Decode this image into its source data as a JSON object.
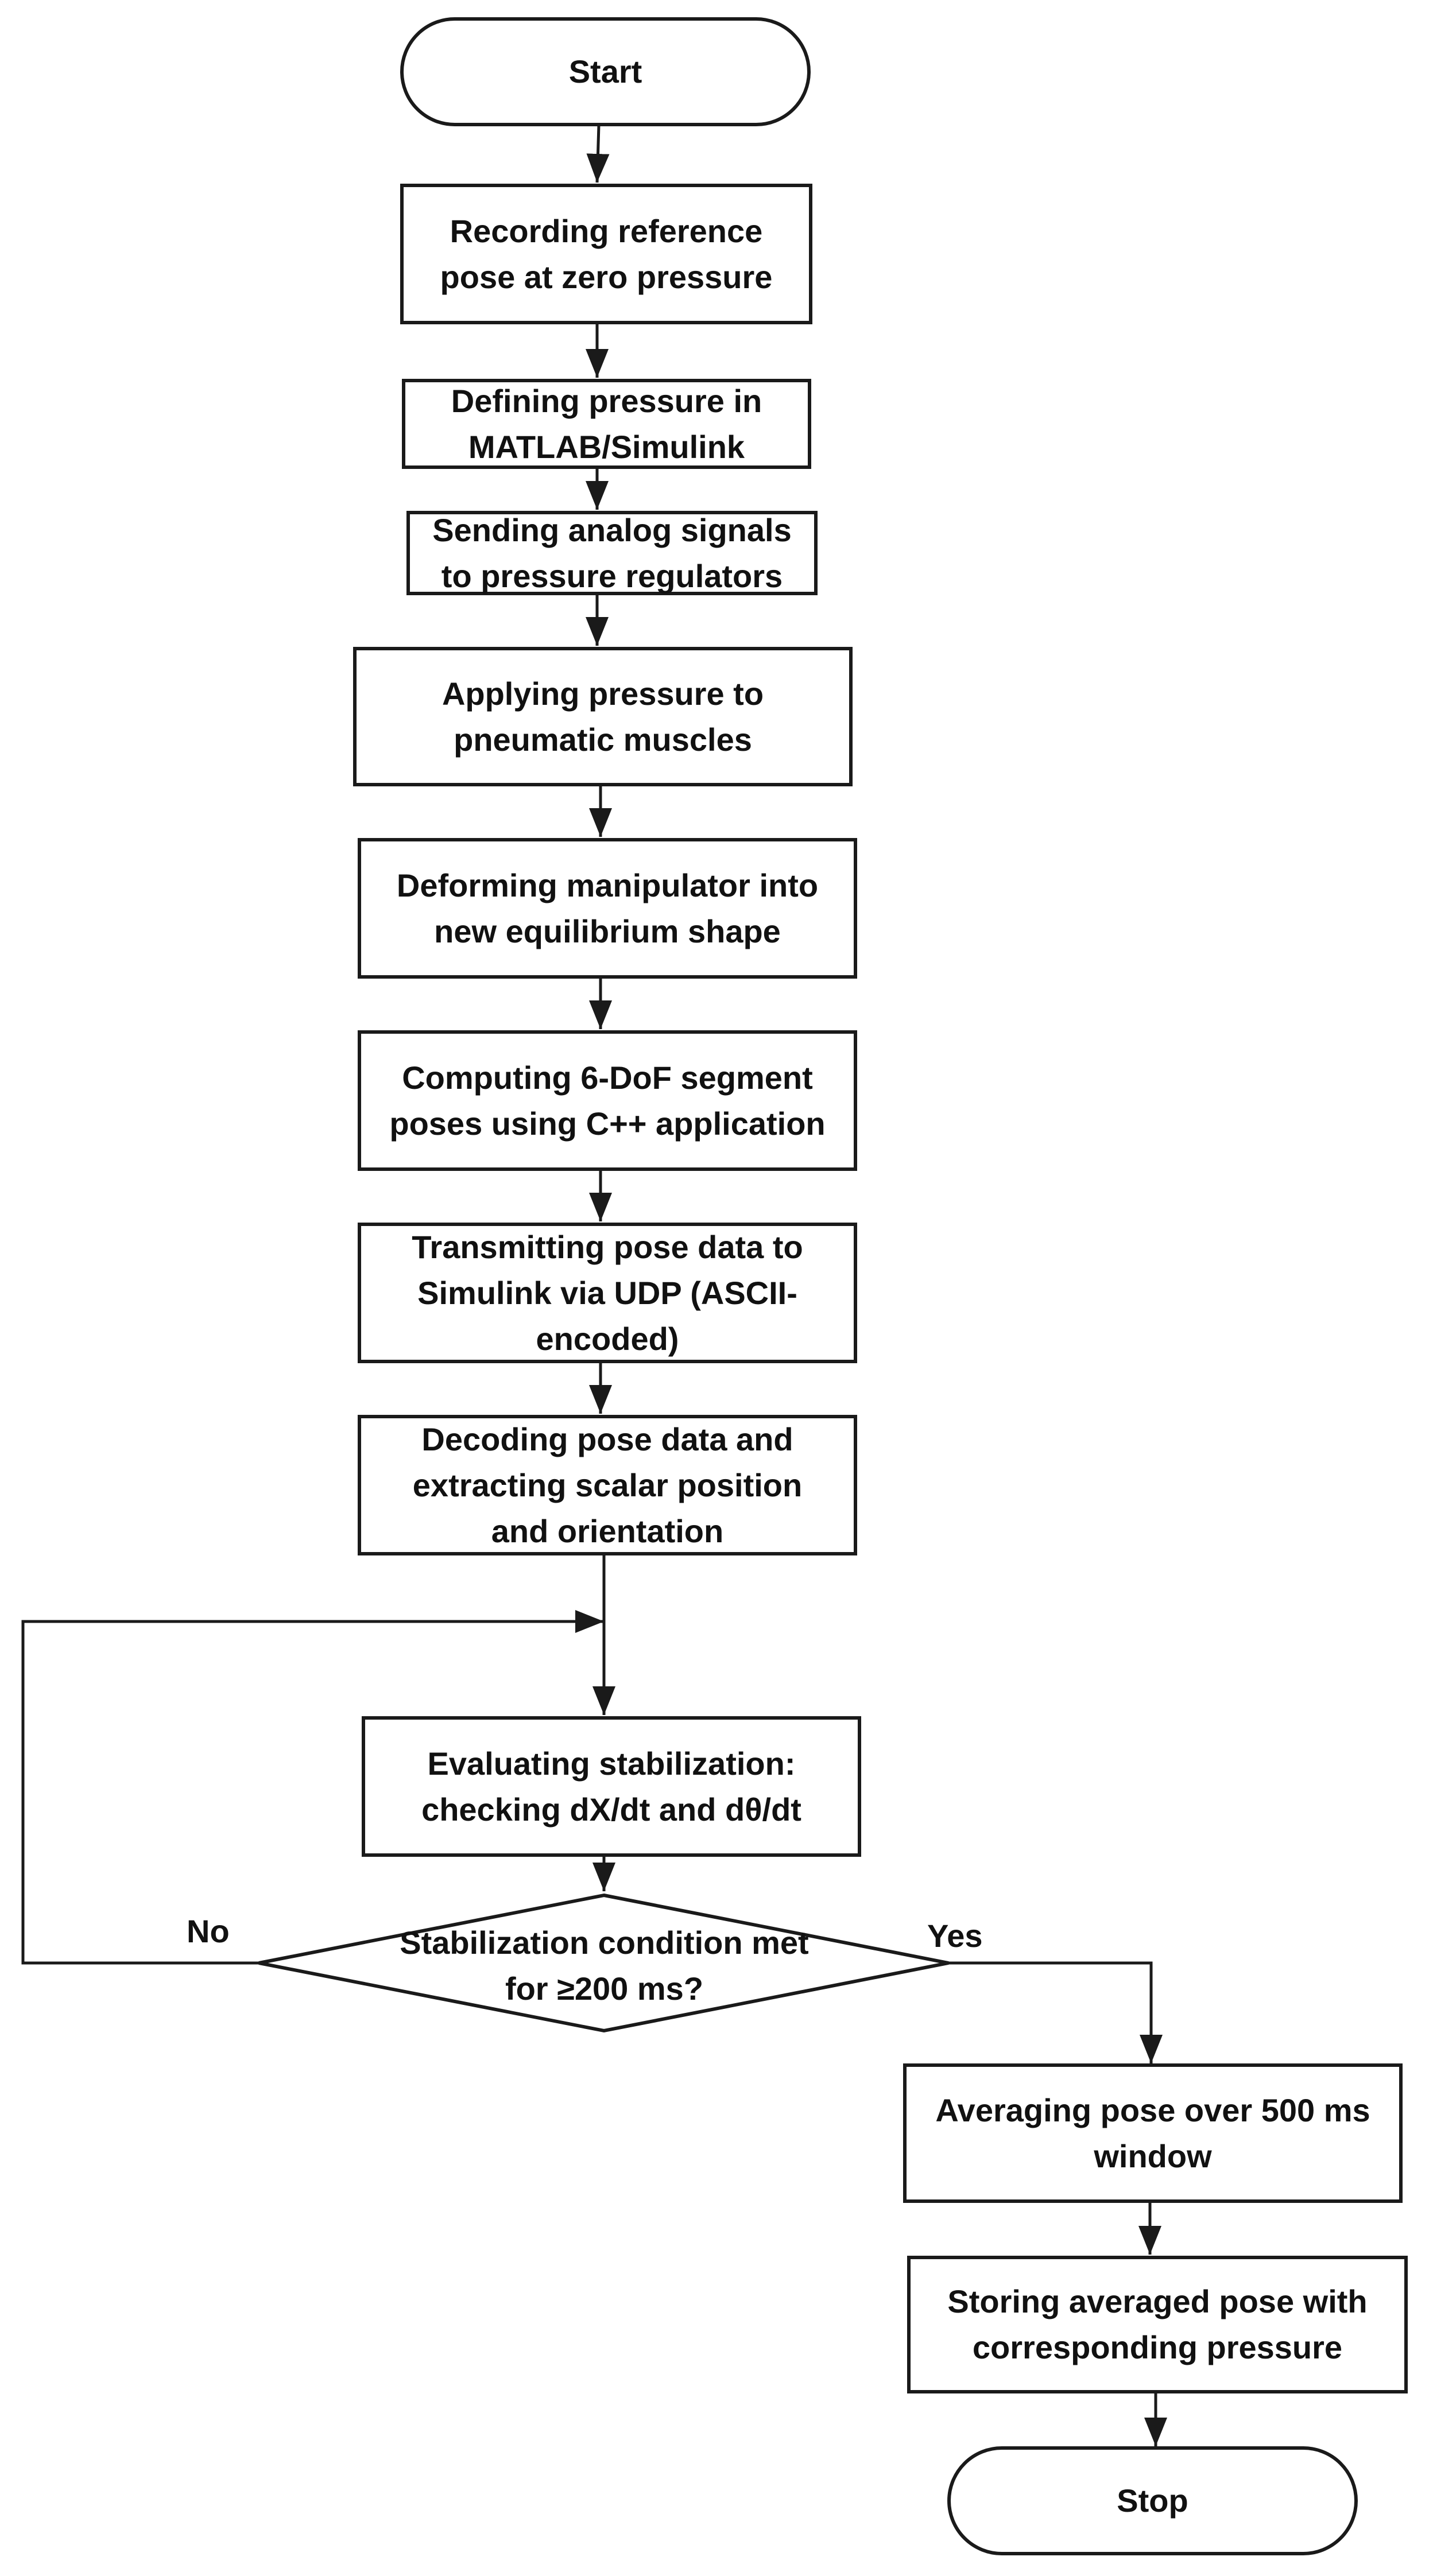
{
  "diagram": {
    "start": "Start",
    "steps": [
      "Recording reference\npose at zero pressure",
      "Defining pressure in\nMATLAB/Simulink",
      "Sending analog signals\nto pressure regulators",
      "Applying pressure to\npneumatic muscles",
      "Deforming manipulator into\nnew equilibrium shape",
      "Computing 6-DoF segment\nposes using C++ application",
      "Transmitting pose data to\nSimulink via UDP (ASCII-\nencoded)",
      "Decoding pose data and\nextracting scalar position\nand orientation",
      "Evaluating stabilization:\nchecking dX/dt and dθ/dt"
    ],
    "decision": "Stabilization condition met\nfor ≥200 ms?",
    "branch_no": "No",
    "branch_yes": "Yes",
    "after_yes": [
      "Averaging pose over 500 ms\nwindow",
      "Storing averaged pose with\ncorresponding pressure"
    ],
    "stop": "Stop"
  }
}
